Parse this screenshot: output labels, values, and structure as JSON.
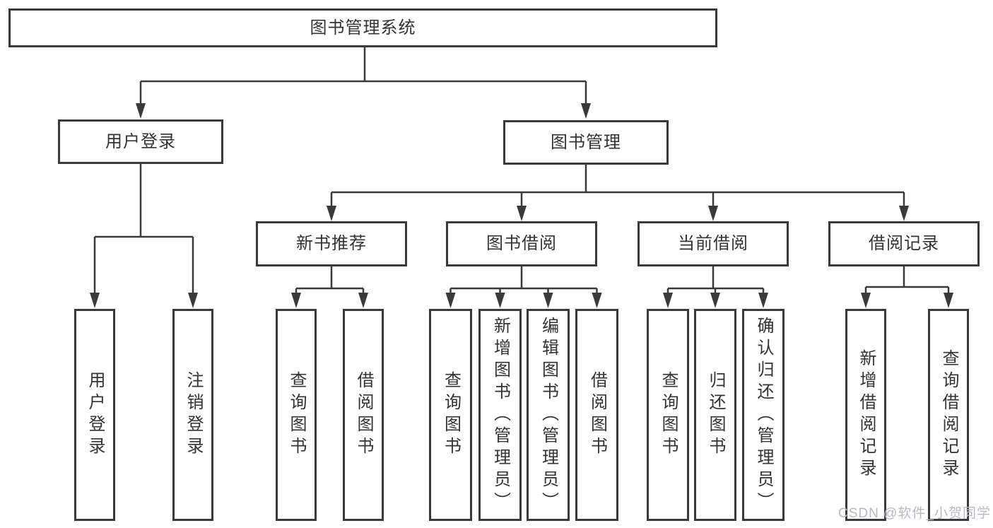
{
  "diagram_type": "hierarchy-tree",
  "tree": {
    "label": "图书管理系统",
    "children": [
      {
        "label": "用户登录",
        "children": [
          {
            "label": "用户登录"
          },
          {
            "label": "注销登录"
          }
        ]
      },
      {
        "label": "图书管理",
        "children": [
          {
            "label": "新书推荐",
            "children": [
              {
                "label": "查询图书"
              },
              {
                "label": "借阅图书"
              }
            ]
          },
          {
            "label": "图书借阅",
            "children": [
              {
                "label": "查询图书"
              },
              {
                "label": "新增图书（管理员）"
              },
              {
                "label": "编辑图书（管理员）"
              },
              {
                "label": "借阅图书"
              }
            ]
          },
          {
            "label": "当前借阅",
            "children": [
              {
                "label": "查询图书"
              },
              {
                "label": "归还图书"
              },
              {
                "label": "确认归还（管理员）"
              }
            ]
          },
          {
            "label": "借阅记录",
            "children": [
              {
                "label": "新增借阅记录"
              },
              {
                "label": "查询借阅记录"
              }
            ]
          }
        ]
      }
    ]
  },
  "watermark": {
    "text": "CSDN @软件_小贺同学"
  },
  "colors": {
    "line": "#3a3a3a",
    "box_border": "#3a3a3a",
    "text": "#333333",
    "watermark": "#b9b9c1",
    "background": "#ffffff"
  }
}
